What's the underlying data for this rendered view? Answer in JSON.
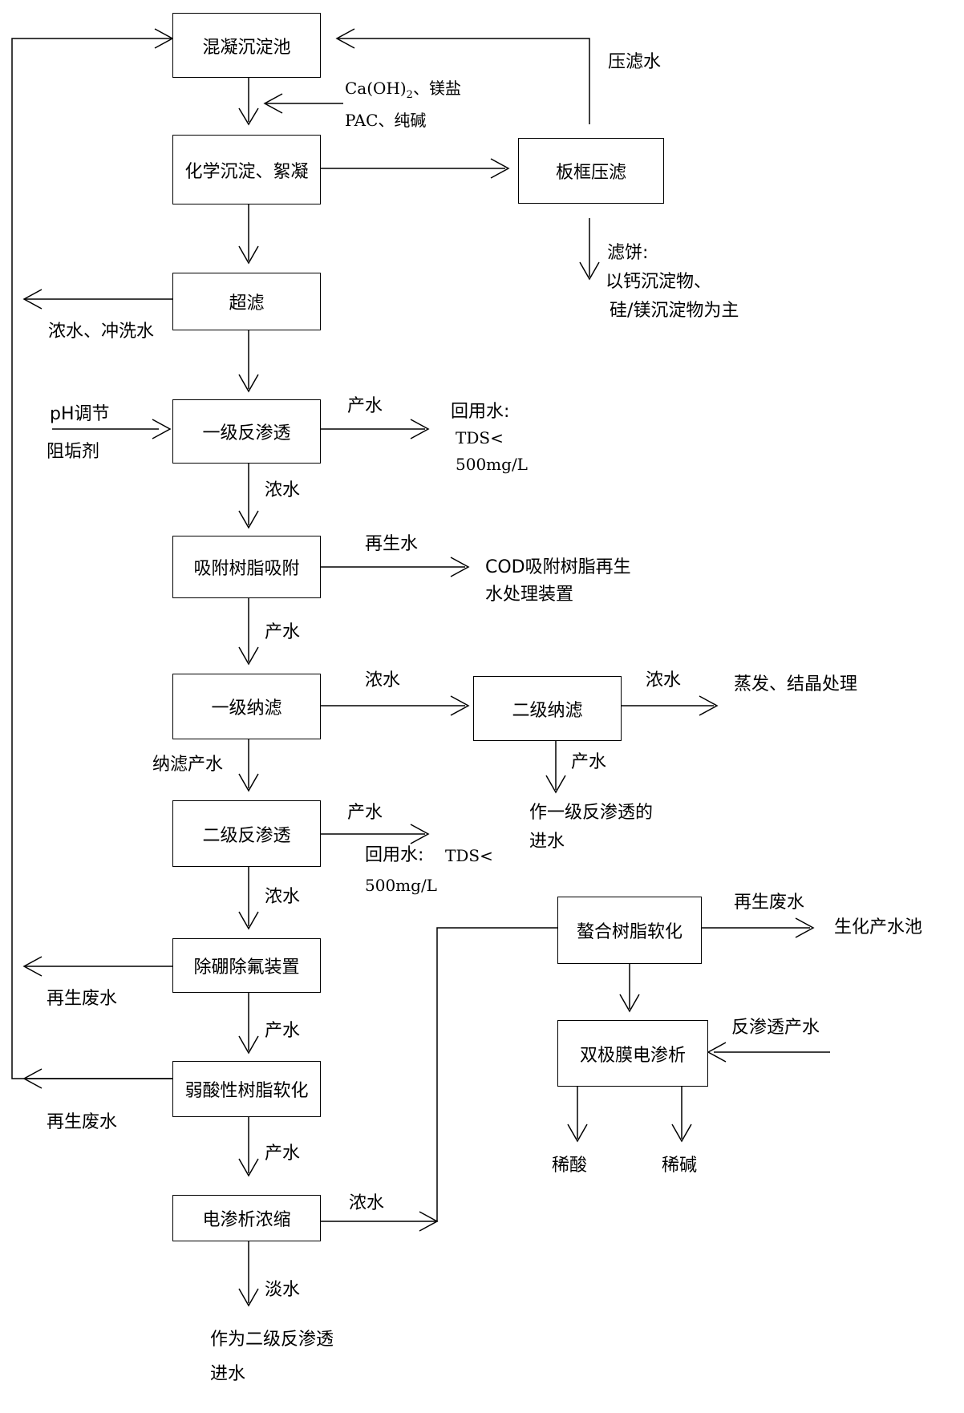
{
  "nodes": {
    "coagulation": "混凝沉淀池",
    "chem_precip": "化学沉淀、絮凝",
    "filter_press": "板框压滤",
    "ultrafiltration": "超滤",
    "ro1": "一级反渗透",
    "resin_adsorb": "吸附树脂吸附",
    "nf1": "一级纳滤",
    "nf2": "二级纳滤",
    "ro2": "二级反渗透",
    "boron_fluoride": "除硼除氟装置",
    "weak_acid_resin": "弱酸性树脂软化",
    "ed_concentration": "电渗析浓缩",
    "chelating_resin": "螯合树脂软化",
    "bipolar_ed": "双极膜电渗析"
  },
  "labels": {
    "press_water": "压滤水",
    "reagents_1": "Ca(OH)",
    "reagents_1_sub": "2",
    "reagents_1_tail": "、镁盐",
    "reagents_2": "PAC、纯碱",
    "filter_cake_1": "滤饼:",
    "filter_cake_2": "以钙沉淀物、",
    "filter_cake_3": "硅/镁沉淀物为主",
    "uf_reject": "浓水、冲洗水",
    "ph_adjust": "pH调节",
    "antiscalant": "阻垢剂",
    "ro1_product": "产水",
    "reuse_1": "回用水:",
    "reuse_1_tds": "TDS<",
    "reuse_1_value": "500mg/L",
    "ro1_concentrate": "浓水",
    "regen_water": "再生水",
    "cod_resin_1": "COD吸附树脂再生",
    "cod_resin_2": "水处理装置",
    "resin_product": "产水",
    "nf1_concentrate": "浓水",
    "nf2_concentrate": "浓水",
    "evaporation": "蒸发、结晶处理",
    "nf_product": "纳滤产水",
    "nf2_product": "产水",
    "nf2_to_ro1_1": "作一级反渗透的",
    "nf2_to_ro1_2": "进水",
    "ro2_product": "产水",
    "reuse_2": "回用水:",
    "reuse_2_tds": "TDS<",
    "reuse_2_value": "500mg/L",
    "ro2_concentrate": "浓水",
    "regen_waste_1": "再生废水",
    "bf_product": "产水",
    "regen_waste_2": "再生废水",
    "wa_product": "产水",
    "ed_concentrate": "浓水",
    "dilute_water": "淡水",
    "ro2_feed_1": "作为二级反渗透",
    "ro2_feed_2": "进水",
    "chelating_regen_waste": "再生废水",
    "bio_pool": "生化产水池",
    "ro_product_water": "反渗透产水",
    "dilute_acid": "稀酸",
    "dilute_base": "稀碱"
  }
}
